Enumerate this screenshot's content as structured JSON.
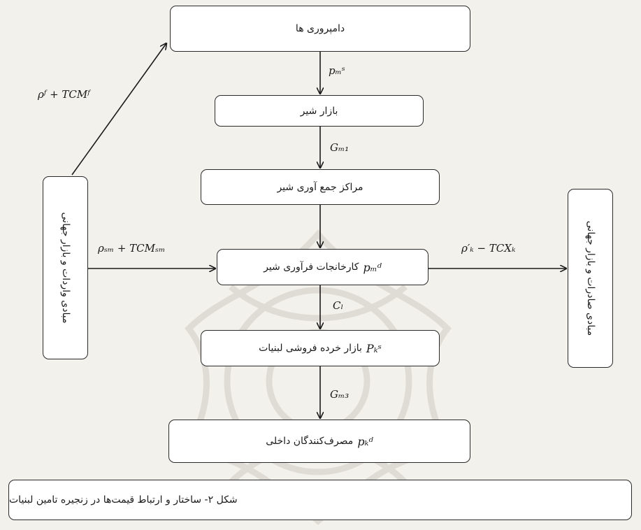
{
  "figure": {
    "caption": "شکل ۲- ساختار و ارتباط قیمت‌ها در زنجیره تامین لبنیات",
    "nodes": {
      "dairy_farms": "دامپروری ها",
      "milk_market": "بازار شیر",
      "milk_collection_centers": "مراکز جمع آوری شیر",
      "milk_processing_plants": "کارخانجات فرآوری شیر",
      "dairy_retail_market": "بازار خرده فروشی لبنیات",
      "domestic_consumers": "مصرف‌کنندگان داخلی",
      "imports_world_market": "مبادی واردات و بازار جهانی",
      "exports_world_market": "مبادی صادرات و بازار جهانی"
    },
    "box_math": {
      "processing": "pₘᵈ",
      "retail": "Pₖˢ",
      "consumers": "pₖᵈ"
    },
    "edge_labels": {
      "farms_to_market": "pₘˢ",
      "market_to_collection": "Gₘ₁",
      "processing_to_retail": "Cₗ",
      "retail_to_consumers": "Gₘ₃",
      "imports_to_farms": "ρᶠ + TCMᶠ",
      "imports_to_processing": "ρₛₘ + TCMₛₘ",
      "processing_to_exports": "ρ′ₖ − TCXₖ"
    }
  }
}
